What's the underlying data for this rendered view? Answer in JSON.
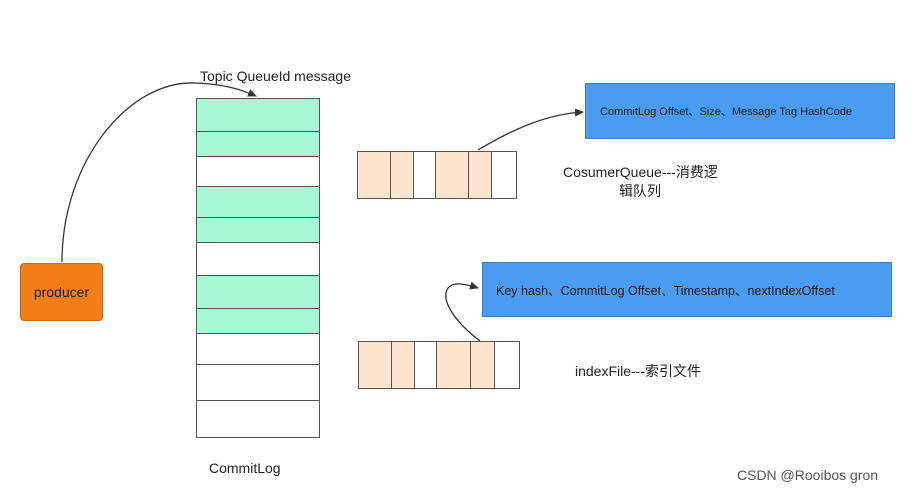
{
  "producer": {
    "label": "producer"
  },
  "commitlog": {
    "top_label": "Topic QueueId message",
    "bottom_label": "CommitLog",
    "rows": [
      "green",
      "green",
      "white",
      "green",
      "green",
      "white",
      "green",
      "green",
      "white",
      "white",
      "white"
    ]
  },
  "consume_queue": {
    "cells": [
      "peach",
      "peach",
      "white",
      "peach",
      "peach",
      "white"
    ],
    "box_text": "CommitLog Offset、Size、Message Tag HashCode",
    "label_line1": "CosumerQueue---消费逻",
    "label_line2": "辑队列"
  },
  "index_file": {
    "cells": [
      "peach",
      "peach",
      "white",
      "peach",
      "peach",
      "white"
    ],
    "box_text": "Key hash、CommitLog Offset、Timestamp、nextIndexOffset",
    "label": "indexFile---索引文件"
  },
  "watermark": "CSDN @Rooibos gron",
  "colors": {
    "producer": "#f57f17",
    "commitlog_green": "#a7f8d5",
    "cell_peach": "#fde4cf",
    "box_blue": "#4a9cf0"
  }
}
